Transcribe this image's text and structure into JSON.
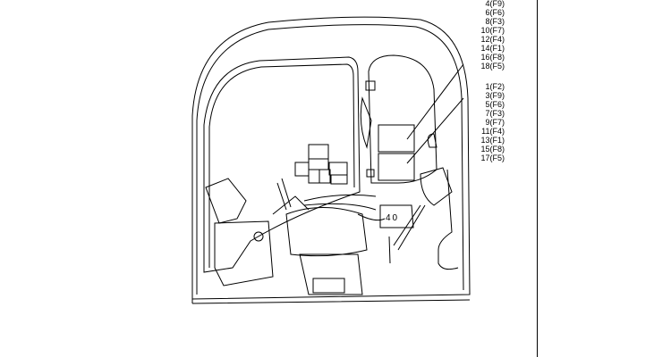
{
  "labels_upper": [
    "4(F9)",
    "6(F6)",
    "8(F3)",
    "10(F7)",
    "12(F4)",
    "14(F1)",
    "16(F8)",
    "18(F5)"
  ],
  "labels_lower": [
    "1(F2)",
    "3(F9)",
    "5(F6)",
    "7(F3)",
    "9(F7)",
    "11(F4)",
    "13(F1)",
    "15(F8)",
    "17(F5)"
  ],
  "part_number": "40"
}
